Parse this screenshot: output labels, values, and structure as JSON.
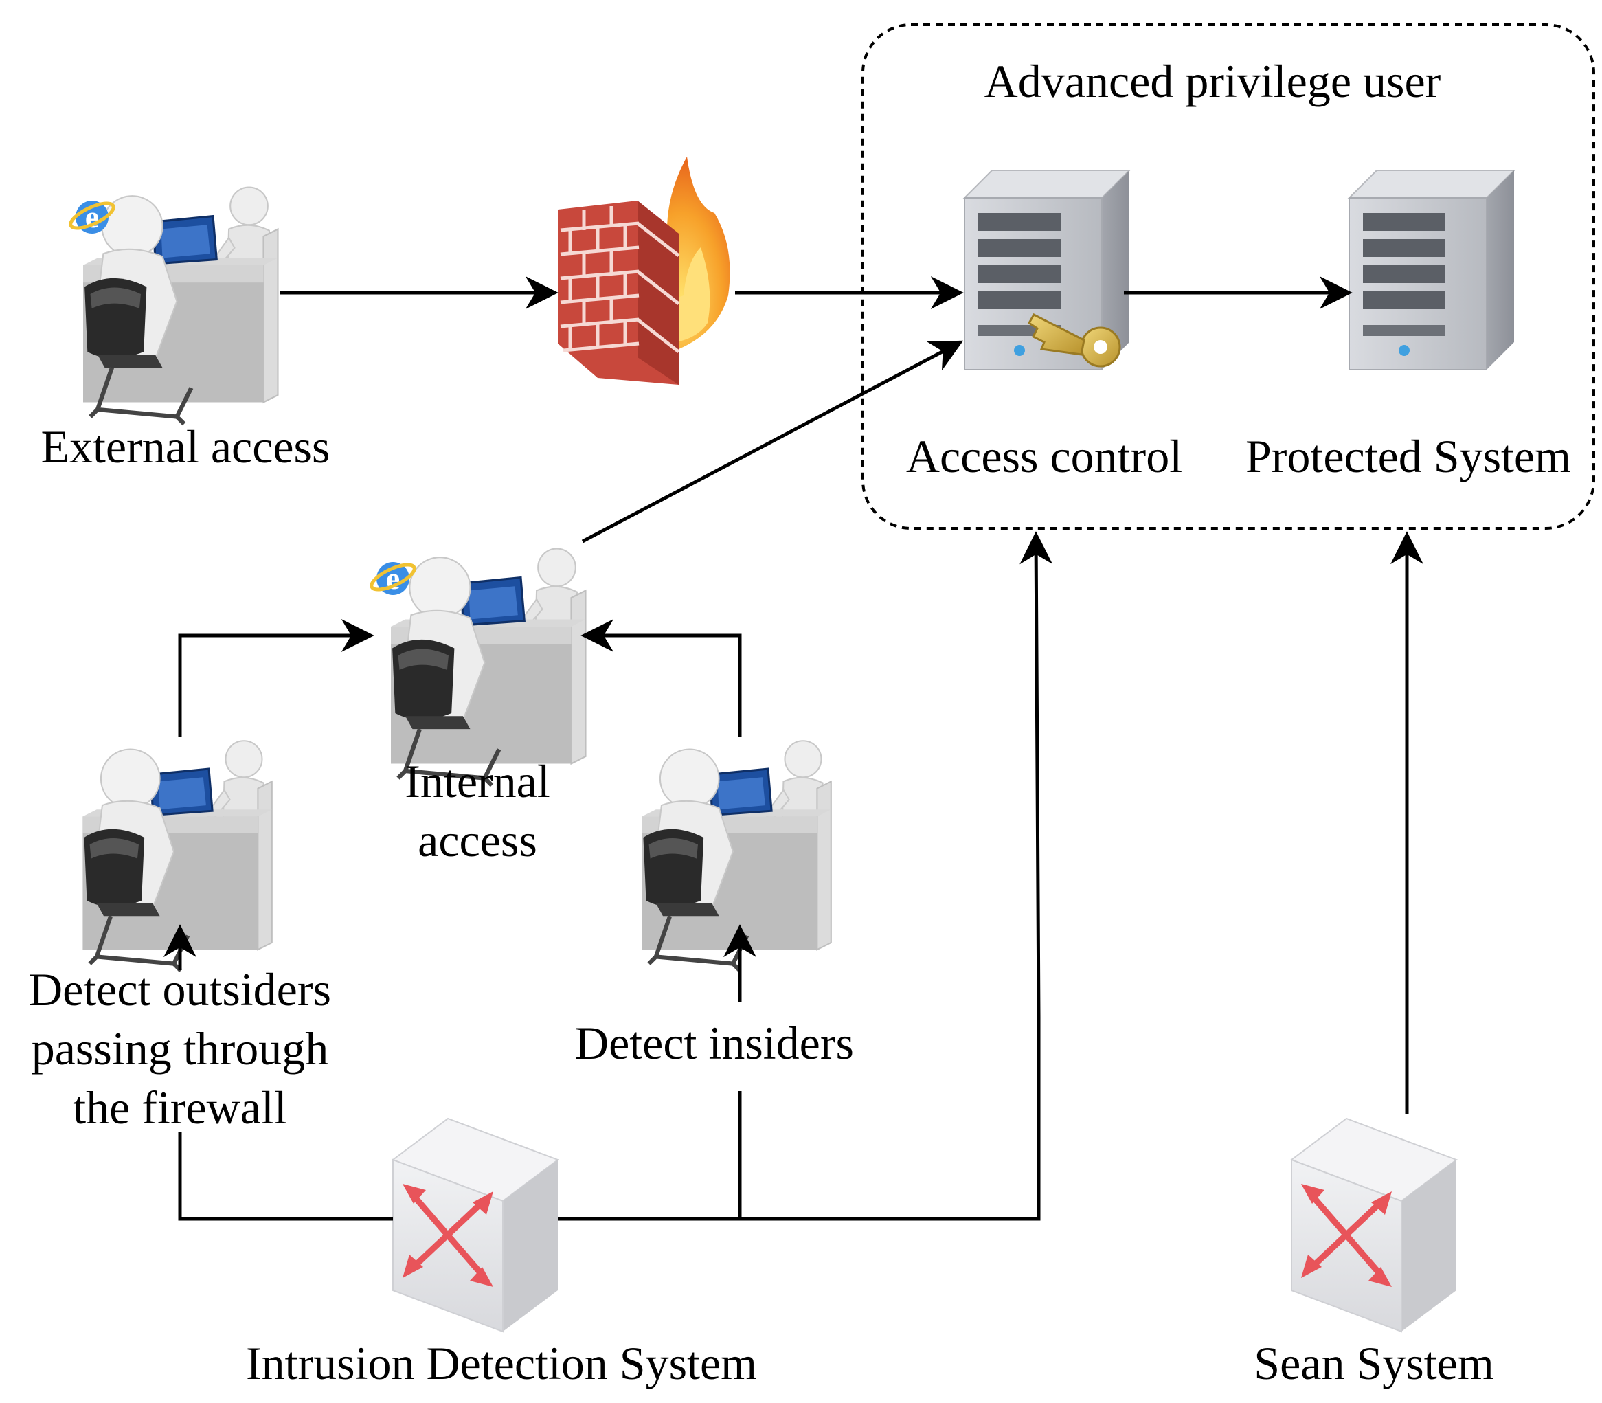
{
  "labels": {
    "group_title": "Advanced privilege user",
    "external_access": "External access",
    "access_control": "Access control",
    "protected_system": "Protected System",
    "internal_access_line1": "Internal",
    "internal_access_line2": "access",
    "detect_outsiders_line1": "Detect outsiders",
    "detect_outsiders_line2": "passing through",
    "detect_outsiders_line3": "the firewall",
    "detect_insiders": "Detect insiders",
    "ids": "Intrusion Detection System",
    "sean_system": "Sean System"
  },
  "icons": {
    "workstation": "user-at-desk-icon",
    "browser": "internet-explorer-icon",
    "firewall": "firewall-icon",
    "server": "server-tower-icon",
    "key": "key-icon",
    "switch": "network-switch-icon"
  },
  "colors": {
    "line": "#000000",
    "brick": "#c8483c",
    "flame_outer": "#f5a52a",
    "flame_inner": "#ffd54a",
    "server_body": "#c9ccd1",
    "switch_body": "#e3e4e8",
    "switch_arrows": "#e8545a",
    "key": "#d8b64a",
    "monitor": "#1d4fa0"
  }
}
